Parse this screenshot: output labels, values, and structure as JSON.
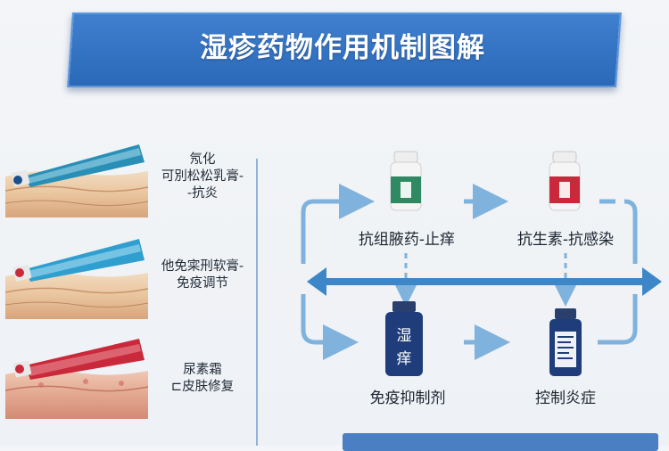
{
  "title": "湿疹药物作用机制图解",
  "treatments": [
    {
      "label_lines": [
        "氖化",
        "可別松松乳膏-",
        "-抗炎"
      ],
      "tube_color": "#2a8fb6"
    },
    {
      "label_lines": [
        "他免寀刑软膏-",
        "免疫调节"
      ],
      "tube_color": "#2f9fd0"
    },
    {
      "label_lines": [
        "尿素霜",
        "⊏皮肤修复"
      ],
      "tube_color": "#c9293a"
    }
  ],
  "drugs": {
    "top_left": {
      "label": "抗组腋药-止痒",
      "bottle_color": "#2f8a63"
    },
    "top_right": {
      "label": "抗生素-抗感染",
      "bottle_color": "#c9293a"
    },
    "bottom_left": {
      "label": "免疫抑制剂",
      "bottle_color": "#1f3d7a",
      "bottle_text": [
        "湿",
        "痒"
      ]
    },
    "bottom_right": {
      "label": "控制炎症",
      "bottle_color": "#1f3d7a"
    }
  },
  "colors": {
    "accent": "#3f80cf",
    "arrow": "#7fb2dc",
    "arrow_main": "#3d86c8"
  }
}
